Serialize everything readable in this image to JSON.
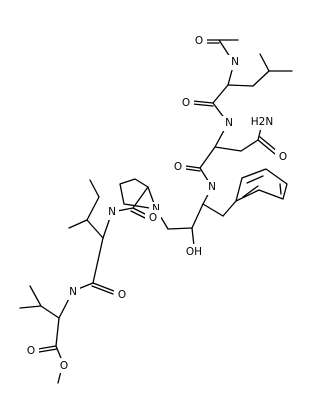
{
  "molecule": {
    "atoms": {
      "o_acetyl": "O",
      "n_leu": "N",
      "o_leu": "O",
      "n_asn_amide": "H2N",
      "n_asn": "N",
      "o_asn_side": "O",
      "o_asn": "O",
      "n_hn": "N",
      "n_pro": "N",
      "oh": "OH",
      "n_ile": "N",
      "o_pro": "O",
      "n_val": "N",
      "o_ile": "O",
      "o_ester_carbonyl": "O",
      "o_ester": "O"
    }
  }
}
